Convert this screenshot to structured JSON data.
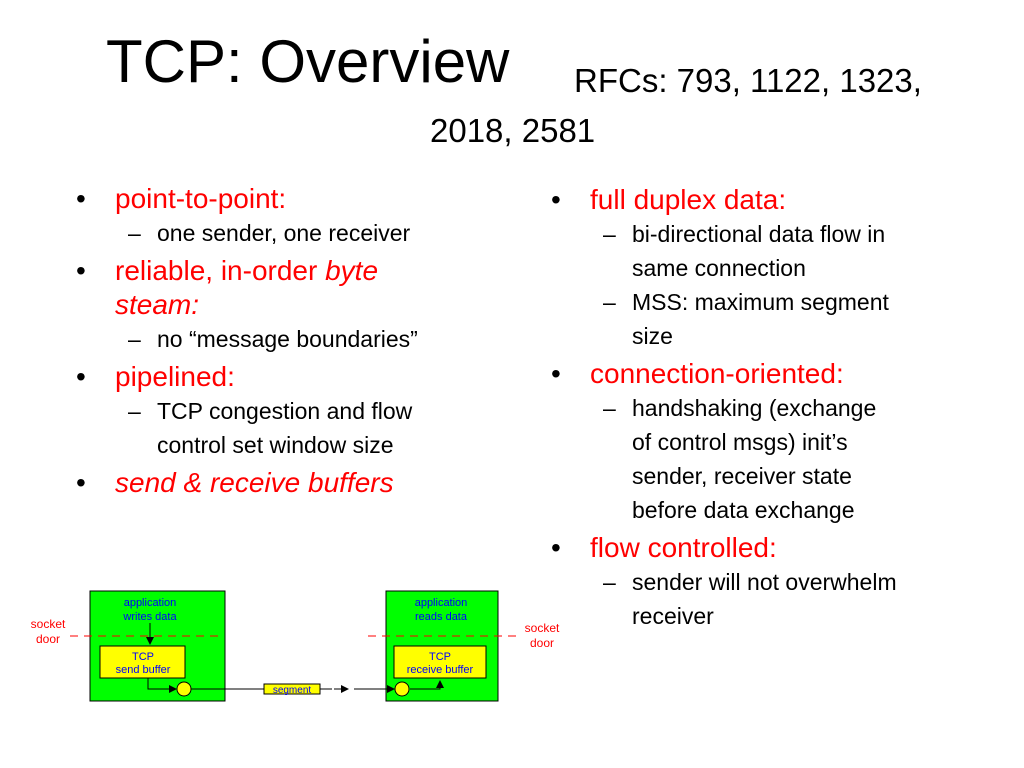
{
  "title": {
    "main": "TCP: Overview",
    "rfc_line1": "RFCs: 793, 1122, 1323,",
    "rfc_line2": "2018, 2581"
  },
  "left_column": {
    "p2p": {
      "label": "point-to-point:",
      "sub": "one sender, one receiver"
    },
    "reliable": {
      "label_part1": "reliable, in-order ",
      "label_italic1": "byte",
      "label_italic2": "steam:",
      "sub": "no “message boundaries”"
    },
    "pipelined": {
      "label": "pipelined:",
      "sub_line1": "TCP congestion and flow",
      "sub_line2": "control set window size"
    },
    "buffers": {
      "label": "send & receive buffers"
    }
  },
  "right_column": {
    "duplex": {
      "label": "full duplex data:",
      "sub1_line1": "bi-directional data flow in",
      "sub1_line2": "same connection",
      "sub2_line1": "MSS: maximum segment",
      "sub2_line2": "size"
    },
    "conn": {
      "label": "connection-oriented:",
      "sub_line1": "handshaking (exchange",
      "sub_line2": "of control msgs) init’s",
      "sub_line3": "sender, receiver state",
      "sub_line4": "before data exchange"
    },
    "flow": {
      "label": "flow controlled:",
      "sub_line1": "sender will not overwhelm",
      "sub_line2": "receiver"
    }
  },
  "diagram": {
    "left_socket_line1": "socket",
    "left_socket_line2": "door",
    "right_socket_line1": "socket",
    "right_socket_line2": "door",
    "sender_app_line1": "application",
    "sender_app_line2": "writes data",
    "receiver_app_line1": "application",
    "receiver_app_line2": "reads data",
    "send_buf_line1": "TCP",
    "send_buf_line2": "send buffer",
    "recv_buf_line1": "TCP",
    "recv_buf_line2": "receive buffer",
    "segment_label": "segment",
    "colors": {
      "host_box": "#00ff00",
      "buffer_box": "#ffff00",
      "socket_text": "#ff0000",
      "app_text": "#0000ff"
    }
  },
  "colors": {
    "bullet_label": "#ff0000",
    "body_text": "#000000"
  }
}
